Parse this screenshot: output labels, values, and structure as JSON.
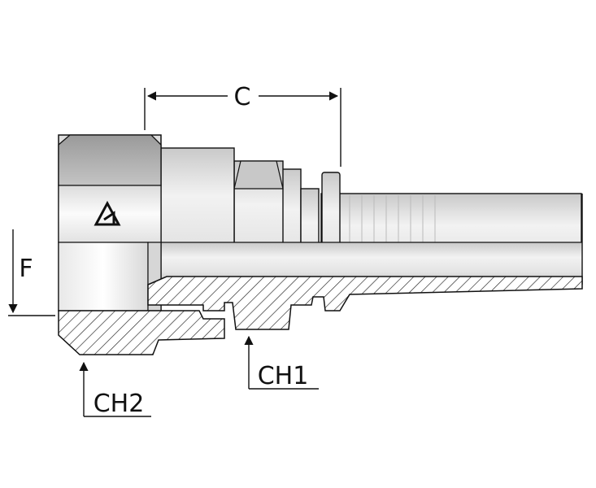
{
  "labels": {
    "c": "C",
    "f": "F",
    "ch1": "CH1",
    "ch2": "CH2"
  },
  "logo": {
    "name": "brand-logo-icon"
  },
  "colors": {
    "line": "#111111",
    "body_light": "#e6e6e6",
    "body_mid": "#cfcfcf",
    "body_dark": "#a9a9a9",
    "hatch": "#222222"
  }
}
